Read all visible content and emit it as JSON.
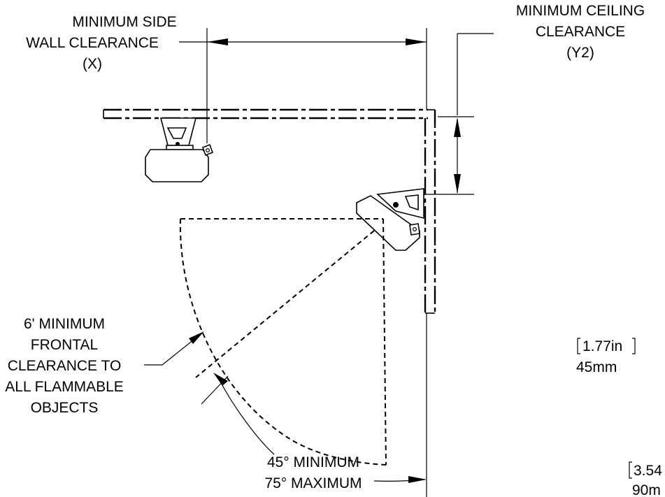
{
  "labels": {
    "side_wall": [
      "MINIMUM SIDE",
      "WALL CLEARANCE",
      "(X)"
    ],
    "ceiling": [
      "MINIMUM CEILING",
      "CLEARANCE",
      "(Y2)"
    ],
    "frontal": [
      "6' MINIMUM",
      "FRONTAL",
      "CLEARANCE TO",
      "ALL FLAMMABLE",
      "OBJECTS"
    ],
    "angle": [
      "45° MINIMUM",
      "75° MAXIMUM"
    ],
    "dim_small_in": "1.77in",
    "dim_small_mm": "45mm",
    "dim_large_in": "3.54",
    "dim_large_mm": "90m"
  }
}
